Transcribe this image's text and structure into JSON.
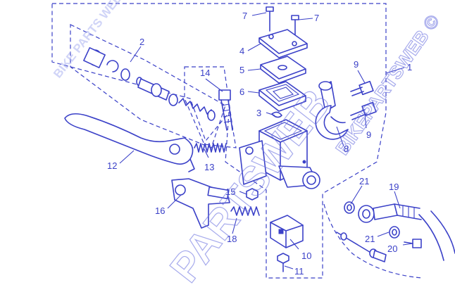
{
  "watermark": {
    "top_left": "BIKE PARTS WEB",
    "right": "BIKEPARTSWEB ©",
    "bottom": "PARTSWEB"
  },
  "callouts": [
    {
      "id": "c1",
      "text": "1"
    },
    {
      "id": "c2",
      "text": "2"
    },
    {
      "id": "c3",
      "text": "3"
    },
    {
      "id": "c4",
      "text": "4"
    },
    {
      "id": "c5",
      "text": "5"
    },
    {
      "id": "c6",
      "text": "6"
    },
    {
      "id": "c7a",
      "text": "7"
    },
    {
      "id": "c7b",
      "text": "7"
    },
    {
      "id": "c8",
      "text": "8"
    },
    {
      "id": "c9a",
      "text": "9"
    },
    {
      "id": "c9b",
      "text": "9"
    },
    {
      "id": "c10",
      "text": "10"
    },
    {
      "id": "c11",
      "text": "11"
    },
    {
      "id": "c12",
      "text": "12"
    },
    {
      "id": "c13",
      "text": "13"
    },
    {
      "id": "c14",
      "text": "14"
    },
    {
      "id": "c15",
      "text": "15"
    },
    {
      "id": "c16",
      "text": "16"
    },
    {
      "id": "c18",
      "text": "18"
    },
    {
      "id": "c19",
      "text": "19"
    },
    {
      "id": "c20",
      "text": "20"
    },
    {
      "id": "c21a",
      "text": "21"
    },
    {
      "id": "c21b",
      "text": "21"
    }
  ]
}
